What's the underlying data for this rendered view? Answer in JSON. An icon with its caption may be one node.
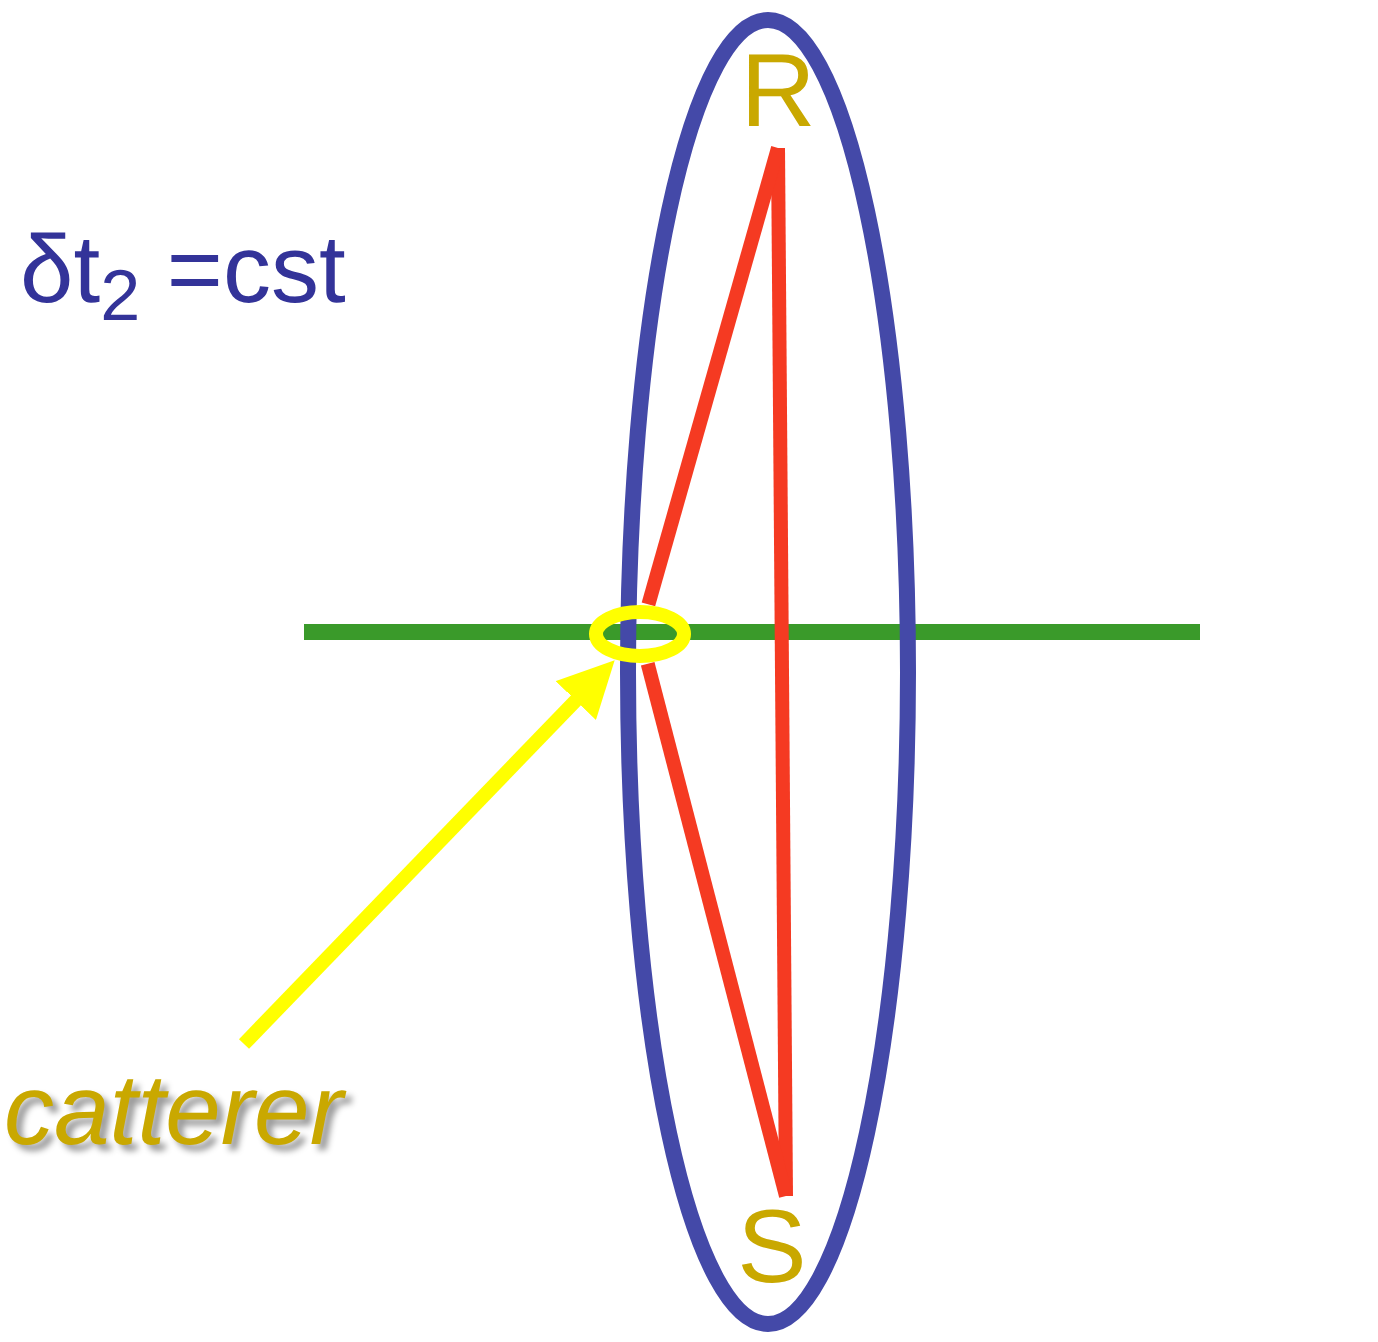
{
  "diagram": {
    "nodes": [
      {
        "text": [
          "R"
        ]
      },
      {
        "text": [],
        "shape": "circle"
      },
      {
        "text": [
          "S"
        ]
      },
      {
        "text": [
          "catterer"
        ]
      }
    ],
    "edges": [
      {
        "from": 0,
        "to": 2,
        "arrow": "none"
      },
      {
        "from": 0,
        "to": 1,
        "arrow": "none"
      },
      {
        "from": 1,
        "to": 2,
        "arrow": "none"
      },
      {
        "from": 3,
        "to": 1,
        "arrow": "to",
        "color": "#ffff00"
      }
    ],
    "labels": [
      "δt$_{2}$ =cst"
    ]
  }
}
